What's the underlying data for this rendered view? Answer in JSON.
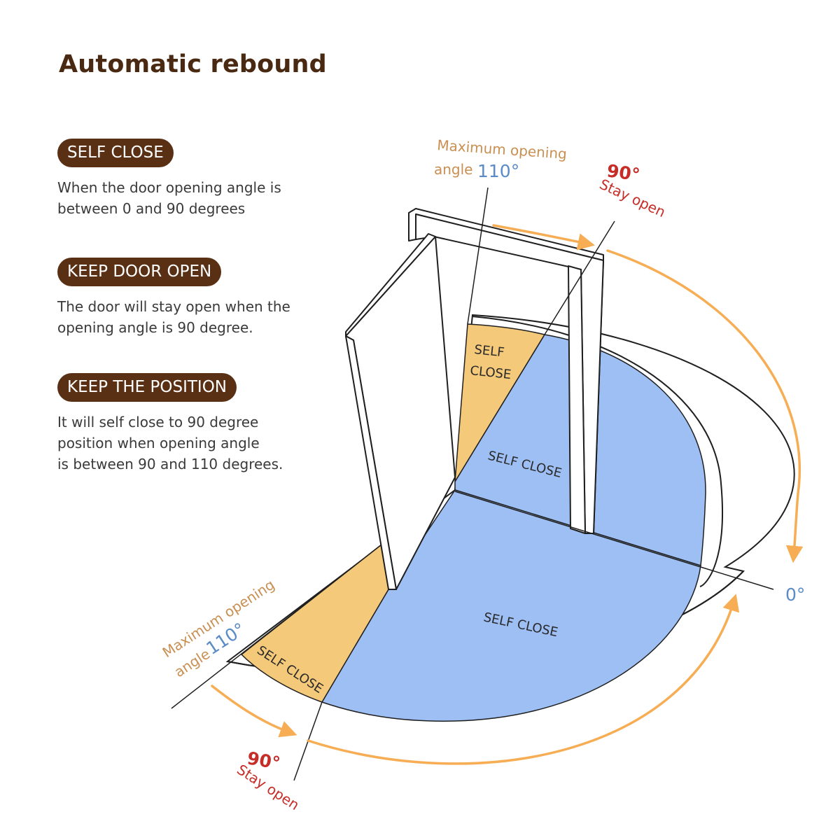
{
  "title": "Automatic rebound",
  "sections": [
    {
      "badge": "SELF CLOSE",
      "text": "When the door opening angle is\nbetween 0 and 90 degrees"
    },
    {
      "badge": "KEEP DOOR OPEN",
      "text": "The door will stay open when the\nopening angle is 90 degree."
    },
    {
      "badge": "KEEP THE POSITION",
      "text": "It will self close to 90 degree\nposition when opening angle\nis between 90 and 110 degrees."
    }
  ],
  "diagram": {
    "top": {
      "max_line1": "Maximum opening",
      "max_line2": "angle",
      "max_angle": "110°",
      "stay_angle": "90°",
      "stay_text": "Stay open",
      "zone_tan_line1": "SELF",
      "zone_tan_line2": "CLOSE",
      "zone_blue": "SELF CLOSE"
    },
    "bottom": {
      "max_line1": "Maximum opening",
      "max_line2": "angle",
      "max_angle": "110°",
      "stay_angle": "90°",
      "stay_text": "Stay open",
      "zone_tan": "SELF CLOSE",
      "zone_blue": "SELF CLOSE"
    },
    "zero_label": "0°"
  },
  "colors": {
    "brown": "#5a3015",
    "tan_zone": "#f5c97a",
    "blue_zone": "#9dbff4",
    "arrow": "#f6ad54",
    "red_label": "#c62d28",
    "blue_label": "#5b8bc6"
  }
}
